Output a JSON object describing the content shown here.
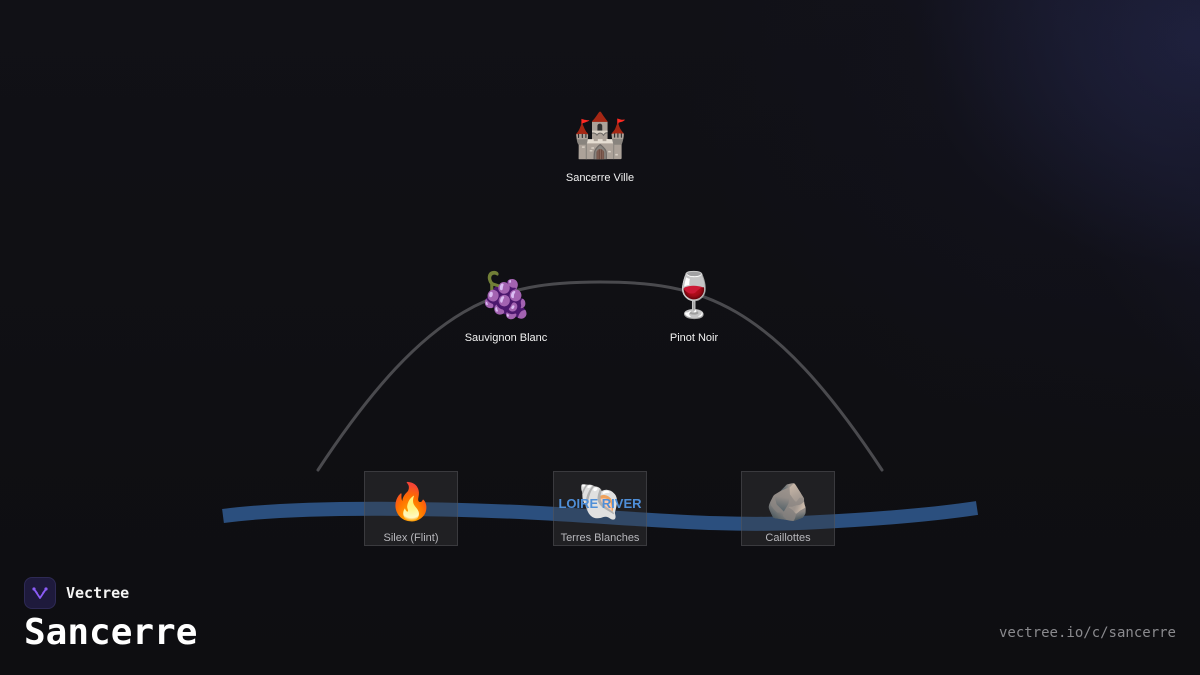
{
  "summit": {
    "icon": "castle-icon",
    "glyph": "🏰",
    "label": "Sancerre Ville"
  },
  "grapes": [
    {
      "icon": "grapes-icon",
      "glyph": "🍇",
      "label": "Sauvignon Blanc"
    },
    {
      "icon": "wine-glass-icon",
      "glyph": "🍷",
      "label": "Pinot Noir"
    }
  ],
  "soils": [
    {
      "icon": "fire-icon",
      "glyph": "🔥",
      "label": "Silex (Flint)"
    },
    {
      "icon": "shell-icon",
      "glyph": "🐚",
      "label": "Terres Blanches"
    },
    {
      "icon": "rock-icon",
      "glyph": "🪨",
      "label": "Caillottes"
    }
  ],
  "river": {
    "label": "LOIRE RIVER",
    "color": "#2b4f7e"
  },
  "hill": {
    "color": "#4a4a4e"
  },
  "brand": {
    "name": "Vectree",
    "logo_icon": "vectree-logo-icon",
    "logo_color": "#8b5cf6"
  },
  "page": {
    "title": "Sancerre",
    "url": "vectree.io/c/sancerre"
  }
}
